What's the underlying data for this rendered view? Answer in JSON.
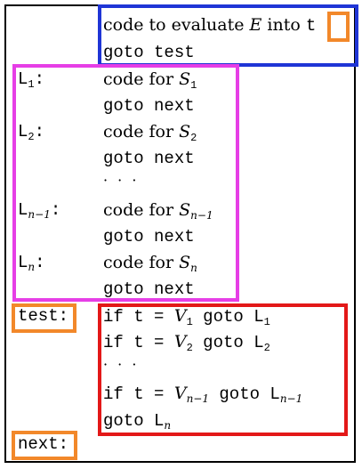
{
  "colors": {
    "blue_box": "#1f35d6",
    "magenta_box": "#e63ee6",
    "red_box": "#e31818",
    "orange_box": "#f2882a"
  },
  "eval": {
    "prefix": "code to evaluate ",
    "var": "E",
    "middle": " into ",
    "temp": "t",
    "goto": "goto test"
  },
  "cases": [
    {
      "label": "L",
      "label_sub": "1",
      "code_prefix": "code for ",
      "stmt": "S",
      "stmt_sub": "1",
      "goto": "goto next"
    },
    {
      "label": "L",
      "label_sub": "2",
      "code_prefix": "code for ",
      "stmt": "S",
      "stmt_sub": "2",
      "goto": "goto next"
    },
    {
      "label": "L",
      "label_sub": "n−1",
      "code_prefix": "code for ",
      "stmt": "S",
      "stmt_sub": "n−1",
      "goto": "goto next"
    },
    {
      "label": "L",
      "label_sub": "n",
      "code_prefix": "code for ",
      "stmt": "S",
      "stmt_sub": "n",
      "goto": "goto next"
    }
  ],
  "case_ellipsis": "· · ·",
  "test": {
    "label": "test:",
    "lines": [
      {
        "prefix": "if t = ",
        "value": "V",
        "value_sub": "1",
        "middle": " goto ",
        "target": "L",
        "target_sub": "1"
      },
      {
        "prefix": "if t = ",
        "value": "V",
        "value_sub": "2",
        "middle": " goto ",
        "target": "L",
        "target_sub": "2"
      },
      {
        "prefix": "if t = ",
        "value": "V",
        "value_sub": "n−1",
        "middle": " goto ",
        "target": "L",
        "target_sub": "n−1"
      }
    ],
    "ellipsis": "· · ·",
    "final_goto": "goto ",
    "final_target": "L",
    "final_target_sub": "n"
  },
  "next": {
    "label": "next:"
  }
}
